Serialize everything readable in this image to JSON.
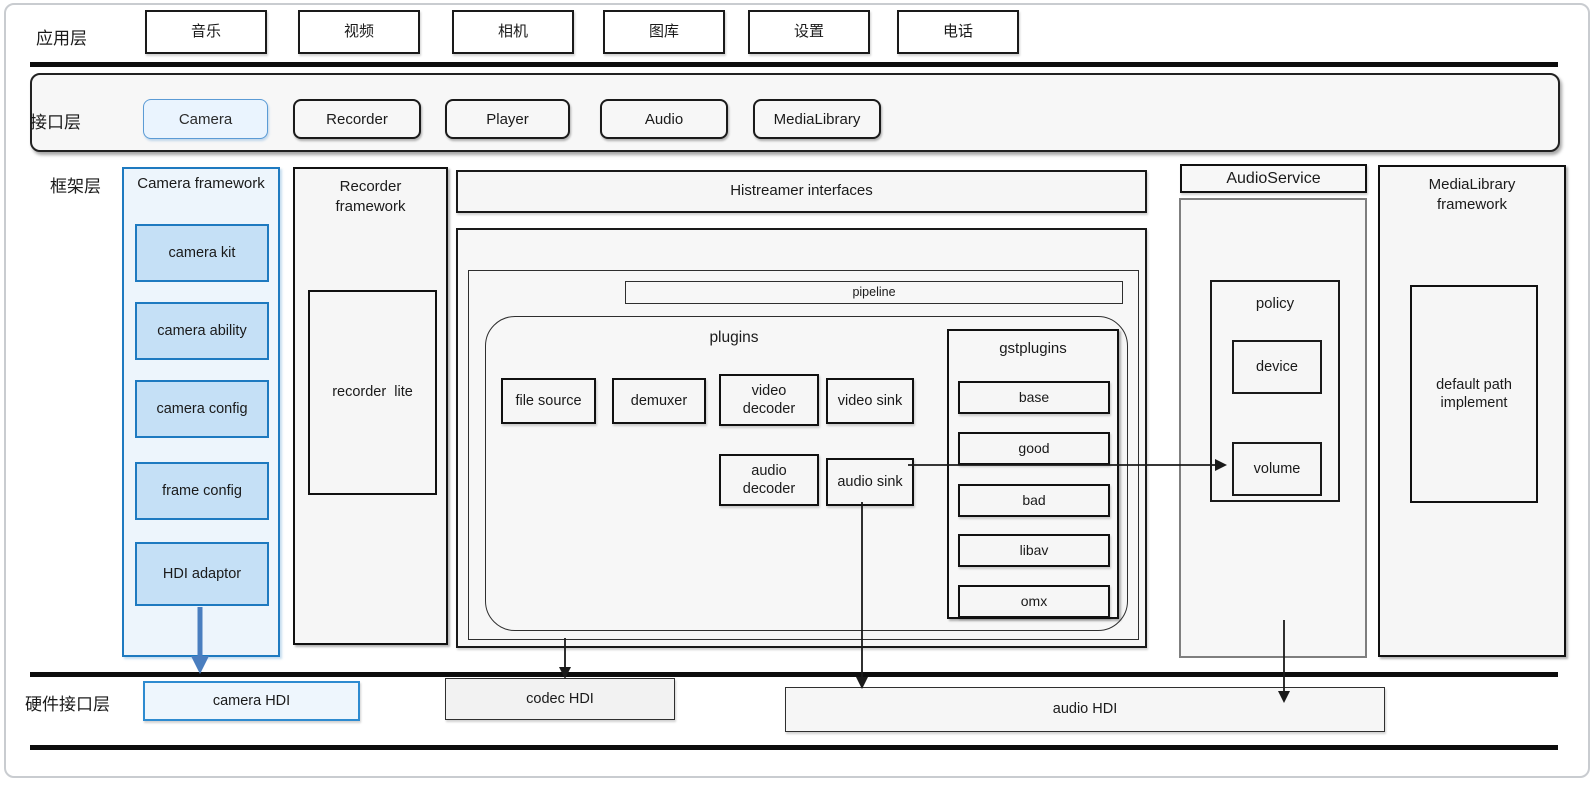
{
  "app_layer": {
    "label": "应用层",
    "apps": [
      "音乐",
      "视频",
      "相机",
      "图库",
      "设置",
      "电话"
    ]
  },
  "interface_layer": {
    "label": "接口层",
    "apis": [
      "Camera",
      "Recorder",
      "Player",
      "Audio",
      "MediaLibrary"
    ],
    "highlighted_api": "Camera"
  },
  "framework_layer": {
    "label": "框架层",
    "camera_framework": {
      "title": "Camera framework",
      "modules": [
        "camera kit",
        "camera ability",
        "camera config",
        "frame config",
        "HDI adaptor"
      ]
    },
    "recorder_framework": {
      "title": "Recorder framework",
      "modules": [
        "recorder  lite"
      ]
    },
    "histreamer": {
      "header": "Histreamer interfaces",
      "pipeline_label": "pipeline",
      "plugins": {
        "title": "plugins",
        "items_row1": [
          "file source",
          "demuxer",
          "video decoder",
          "video sink"
        ],
        "items_row2": [
          "audio decoder",
          "audio sink"
        ]
      },
      "gstplugins": {
        "title": "gstplugins",
        "items": [
          "base",
          "good",
          "bad",
          "libav",
          "omx"
        ]
      }
    },
    "audio_service": {
      "title": "AudioService",
      "policy": {
        "title": "policy",
        "modules": [
          "device",
          "volume"
        ]
      }
    },
    "media_library": {
      "title": "MediaLibrary framework",
      "modules": [
        "default path implement"
      ]
    }
  },
  "hardware_layer": {
    "label": "硬件接口层",
    "hdis": [
      "camera HDI",
      "codec HDI",
      "audio HDI"
    ]
  },
  "arrows": [
    {
      "from": "HDI adaptor",
      "to": "camera HDI",
      "color": "#4a7ebf"
    },
    {
      "from": "histreamer pipeline",
      "to": "codec HDI",
      "color": "#1a1a1a"
    },
    {
      "from": "audio sink",
      "to": "audio HDI",
      "color": "#1a1a1a"
    },
    {
      "from": "audio sink",
      "to": "volume",
      "color": "#1a1a1a"
    },
    {
      "from": "AudioService",
      "to": "audio HDI",
      "color": "#1a1a1a"
    }
  ],
  "colors": {
    "highlight_border": "#1e7ac0",
    "highlight_fill": "#edf5fc",
    "module_fill": "#c5e0f6",
    "api_highlight_border": "#5b9bd5",
    "api_highlight_fill": "#eaf4fe",
    "box_fill": "#f6f6f6",
    "separator": "#0d0d0d",
    "arrow_blue": "#4a7ebf"
  }
}
